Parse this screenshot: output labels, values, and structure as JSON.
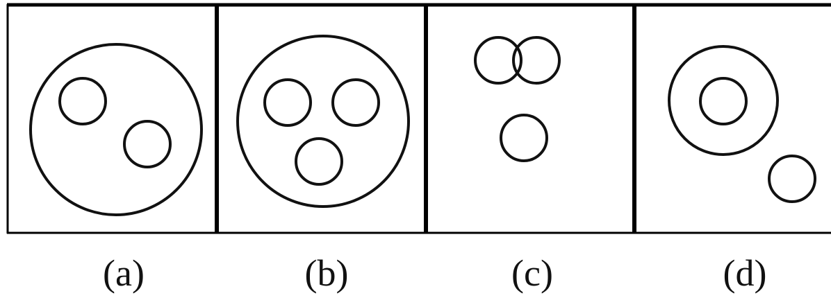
{
  "colors": {
    "ink": "#111111",
    "background": "#ffffff"
  },
  "options": [
    {
      "key": "a",
      "label": "(a)"
    },
    {
      "key": "b",
      "label": "(b)"
    },
    {
      "key": "c",
      "label": "(c)"
    },
    {
      "key": "d",
      "label": "(d)"
    }
  ]
}
